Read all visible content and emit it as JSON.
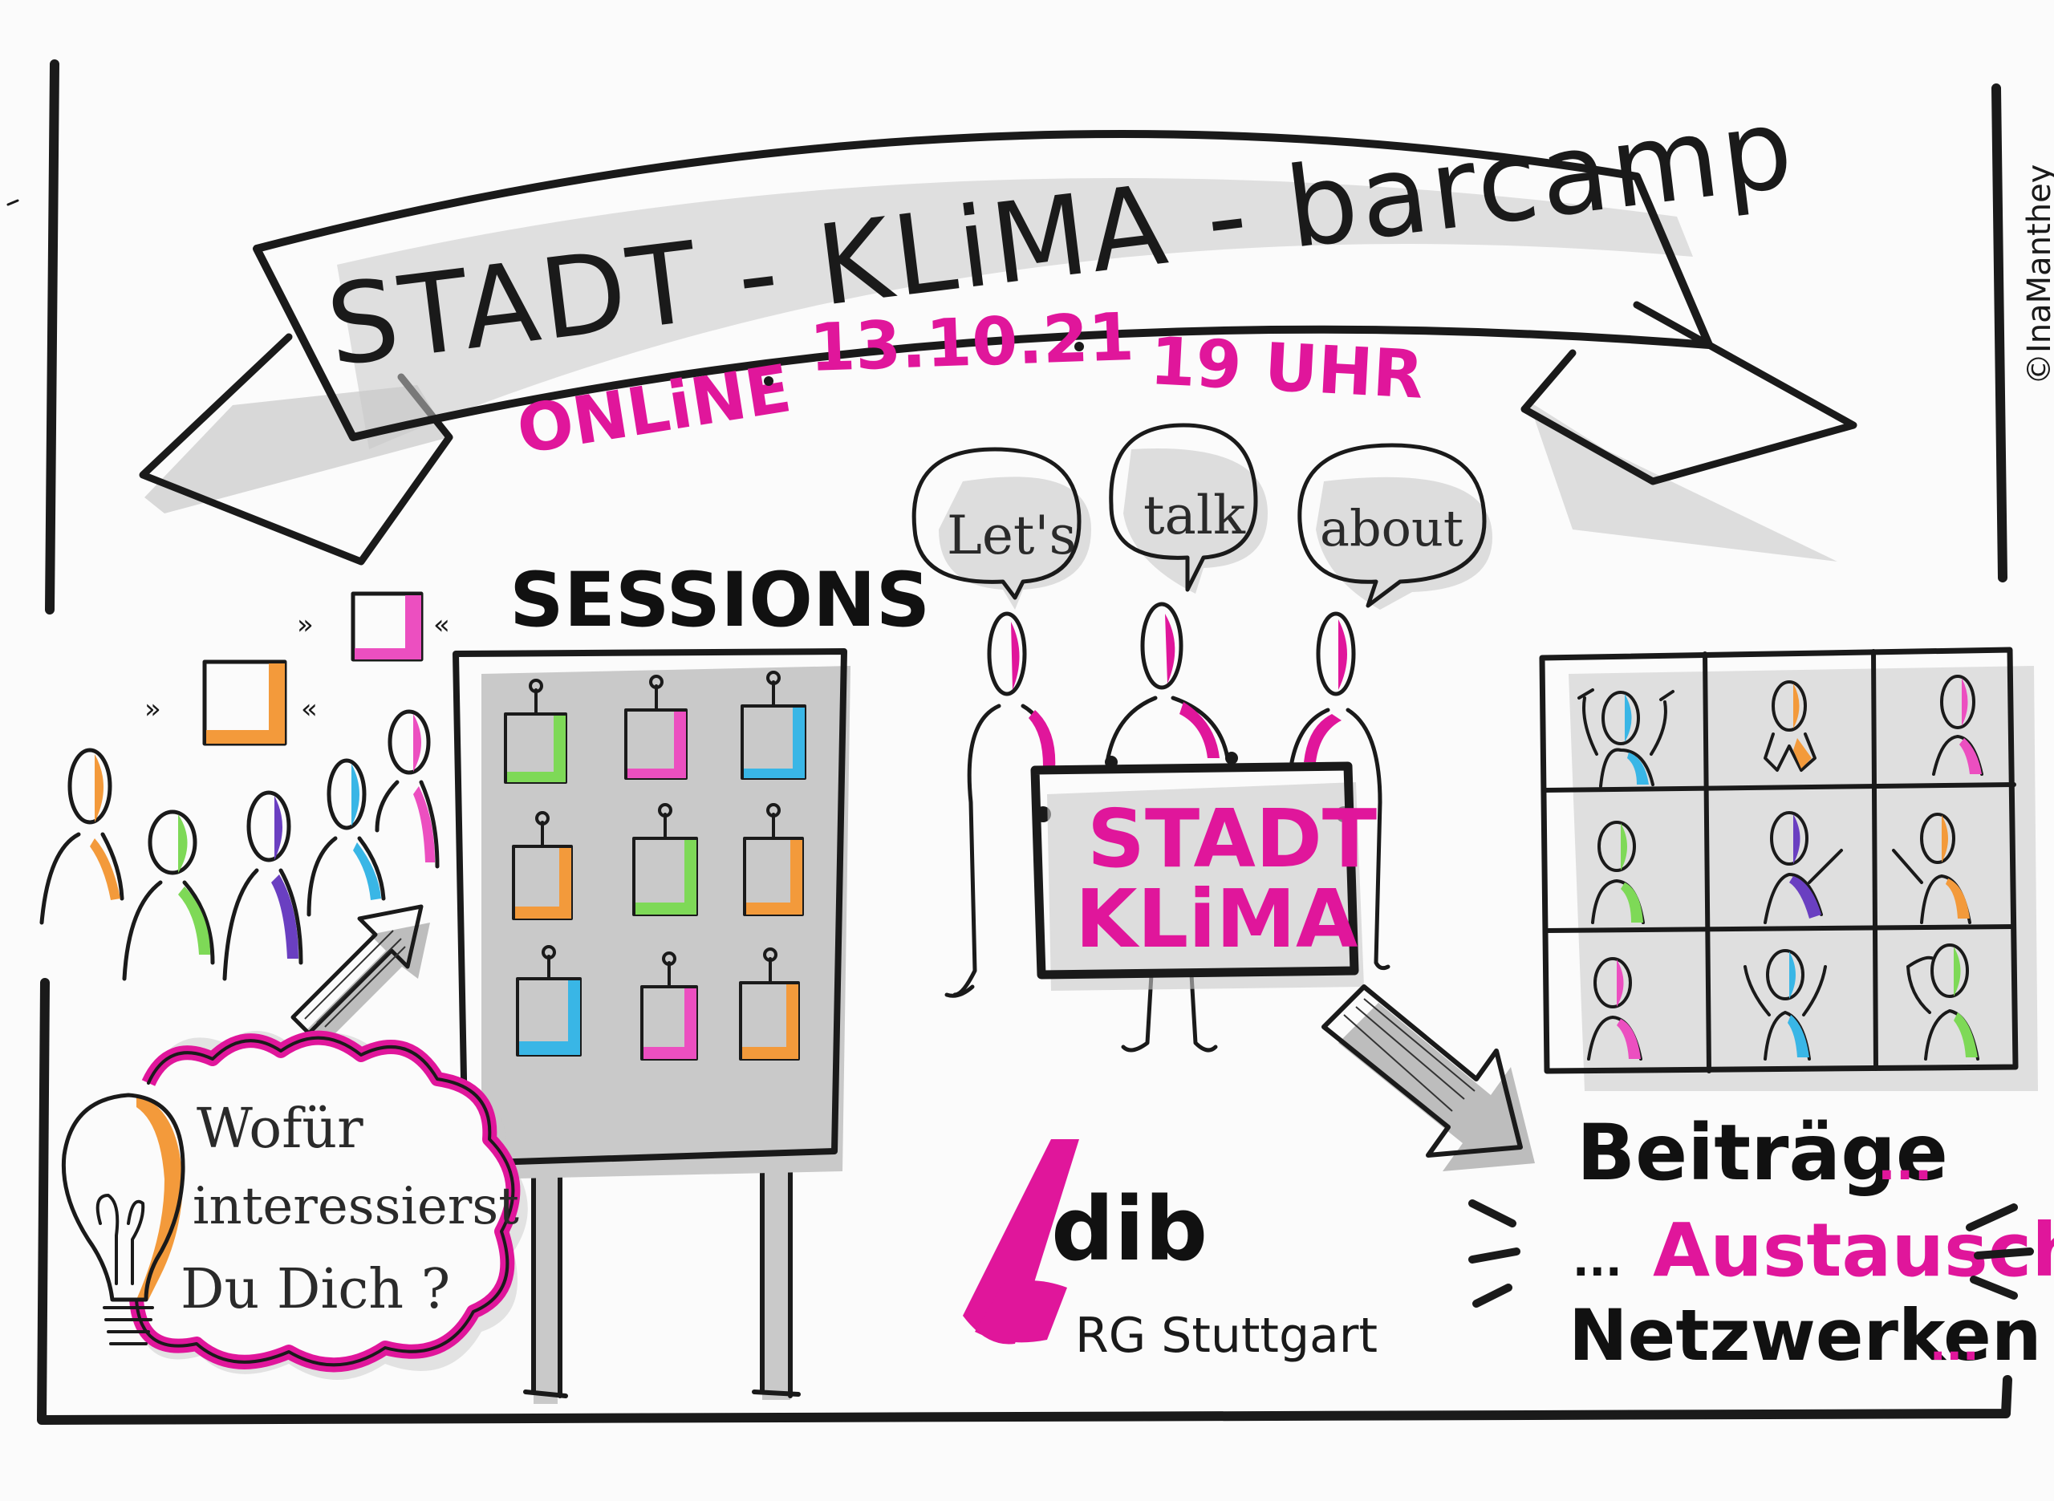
{
  "banner": {
    "title": "STADT - KLiMA - barcamp",
    "subtitle_format": "ONLiNE",
    "subtitle_date": "13.10.21",
    "subtitle_time": "19 UHR"
  },
  "credit": "©InaManthey",
  "speech_bubbles": [
    "Let's",
    "talk",
    "about"
  ],
  "sessions": {
    "heading": "SESSIONS"
  },
  "sign": {
    "line1": "STADT",
    "line2": "KLiMA"
  },
  "question": {
    "line1": "Wofür",
    "line2": "interessierst",
    "line3": "Du Dich ?"
  },
  "logo": {
    "name": "dib",
    "subline": "RG Stuttgart"
  },
  "outcomes": {
    "line1": "Beiträge",
    "line1_suffix": "...",
    "line2_prefix": "...",
    "line2": "Austausch",
    "line3": "Netzwerken",
    "line3_suffix": "..."
  },
  "colors": {
    "ink": "#1a1a1a",
    "magenta": "#e0169b",
    "orange": "#f39a3b",
    "green": "#7ed957",
    "blue": "#39b6e6",
    "purple": "#6a3fc1",
    "pink": "#ec4fc0",
    "shadow": "#c9c9c9"
  },
  "icons": [
    "lightbulb-icon",
    "arrow-icon",
    "pin-icon"
  ]
}
